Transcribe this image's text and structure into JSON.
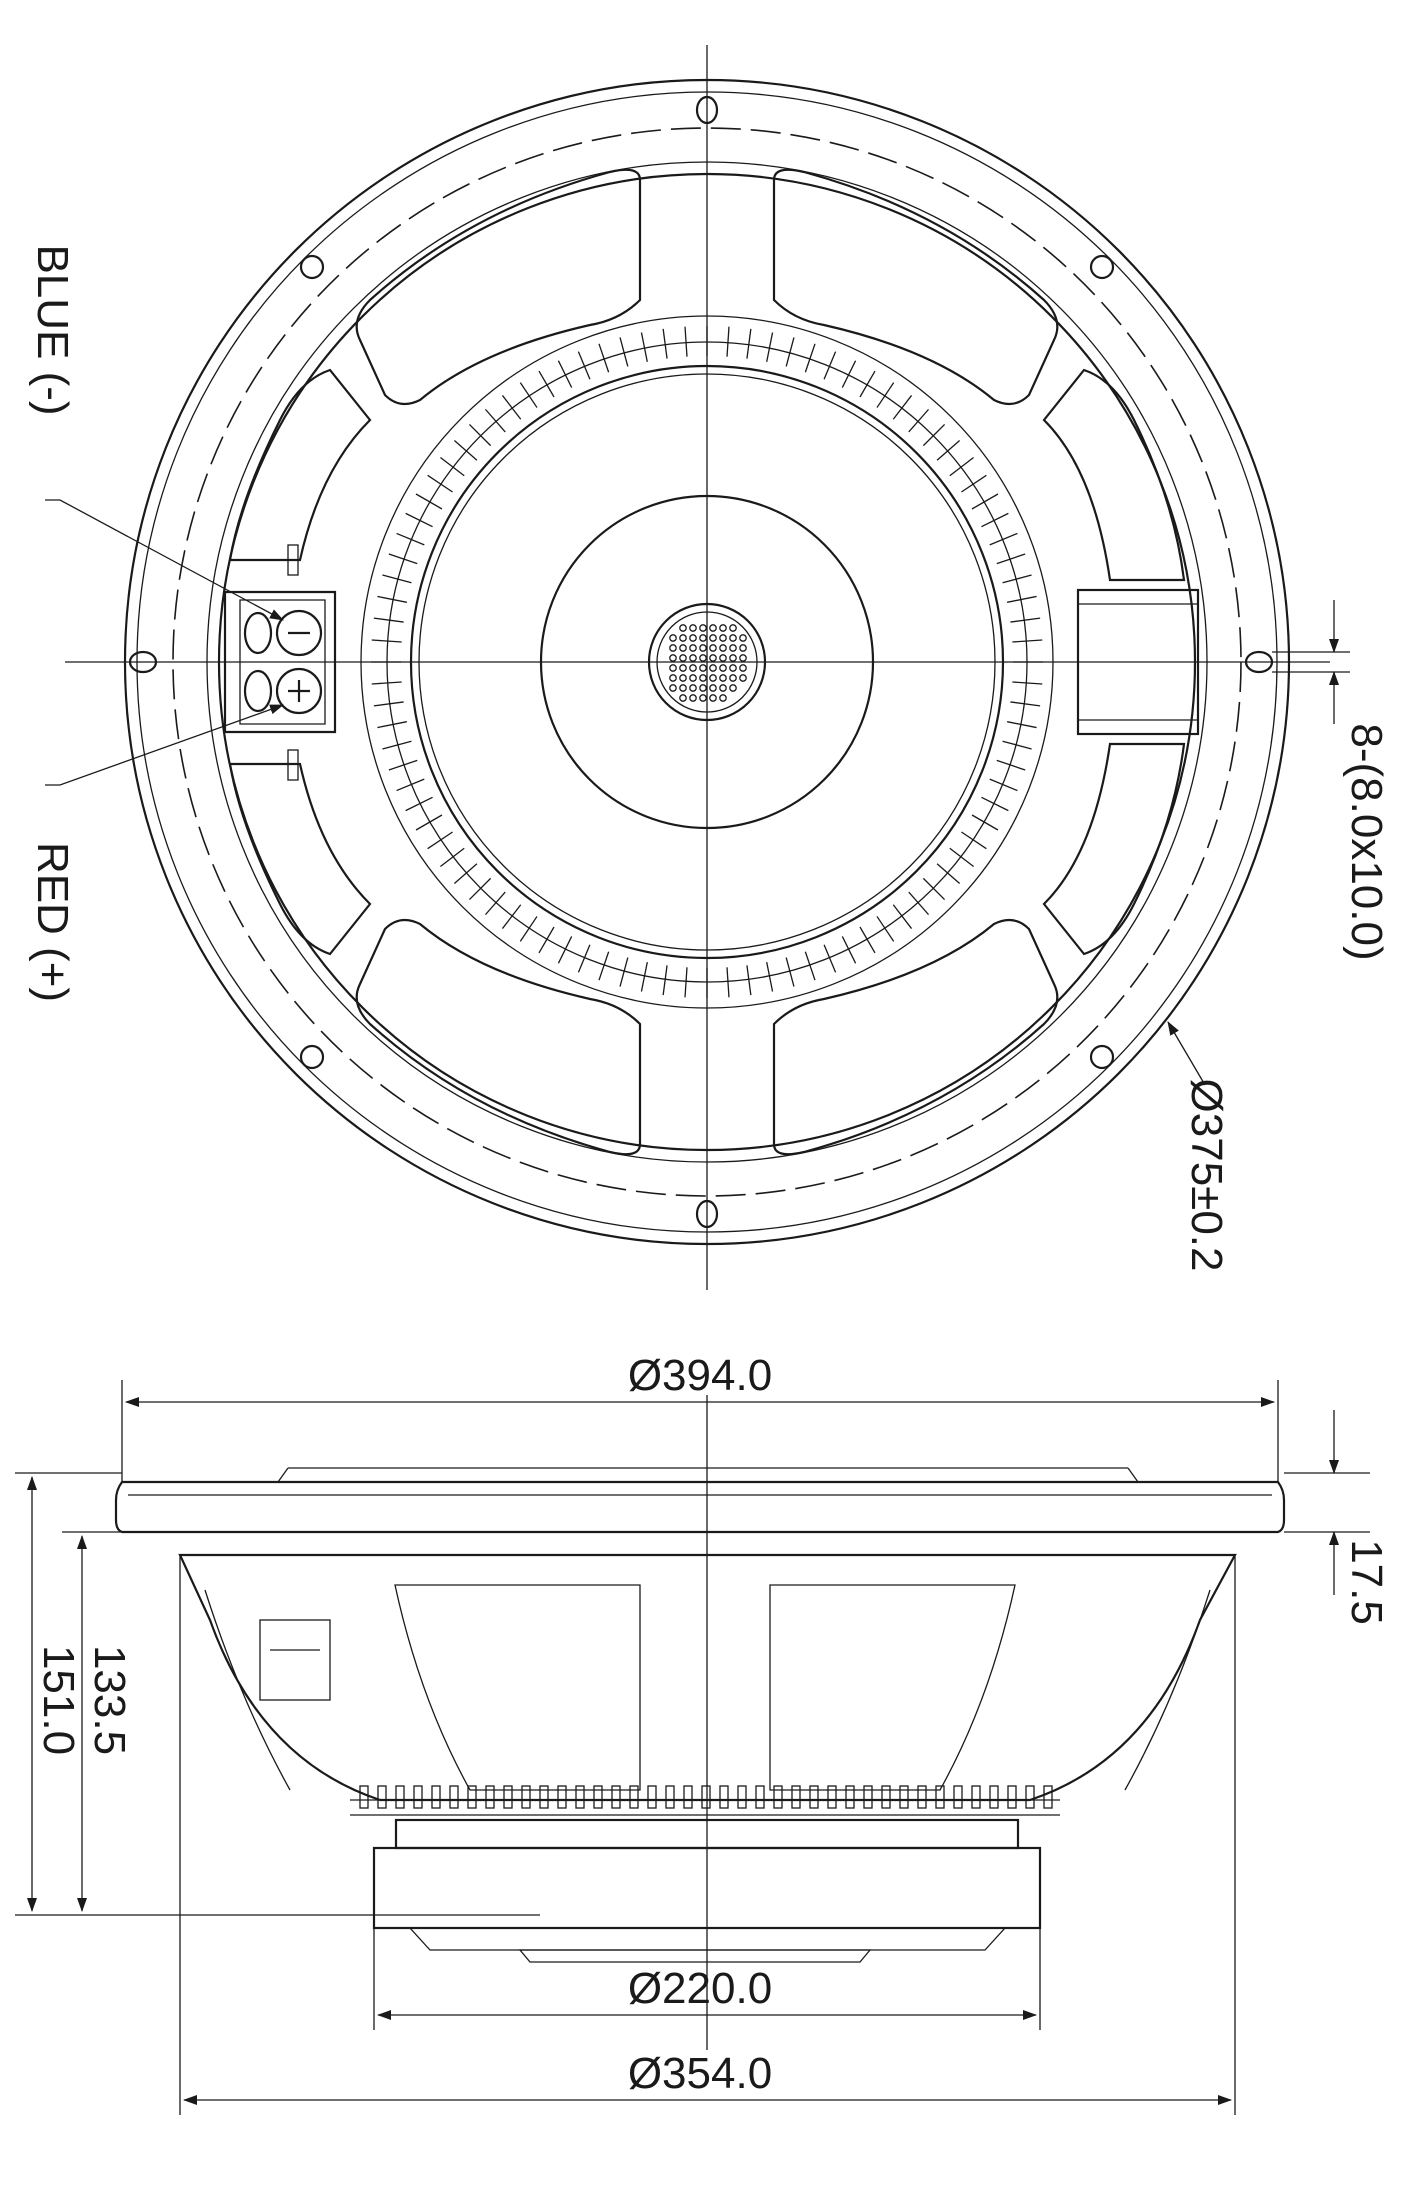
{
  "front_view": {
    "terminal_labels": {
      "negative": "BLUE (-)",
      "positive": "RED (+)"
    },
    "mounting_holes_label": "8-(8.0x10.0)",
    "bolt_circle_label": "Ø375±0.2"
  },
  "side_view": {
    "overall_diameter_label": "Ø394.0",
    "overall_depth_label": "151.0",
    "depth_below_flange_label": "133.5",
    "flange_thickness_label": "17.5",
    "magnet_diameter_label": "Ø220.0",
    "baffle_cutout_label": "Ø354.0"
  },
  "colors": {
    "line": "#1a1a1a",
    "background": "#ffffff"
  }
}
